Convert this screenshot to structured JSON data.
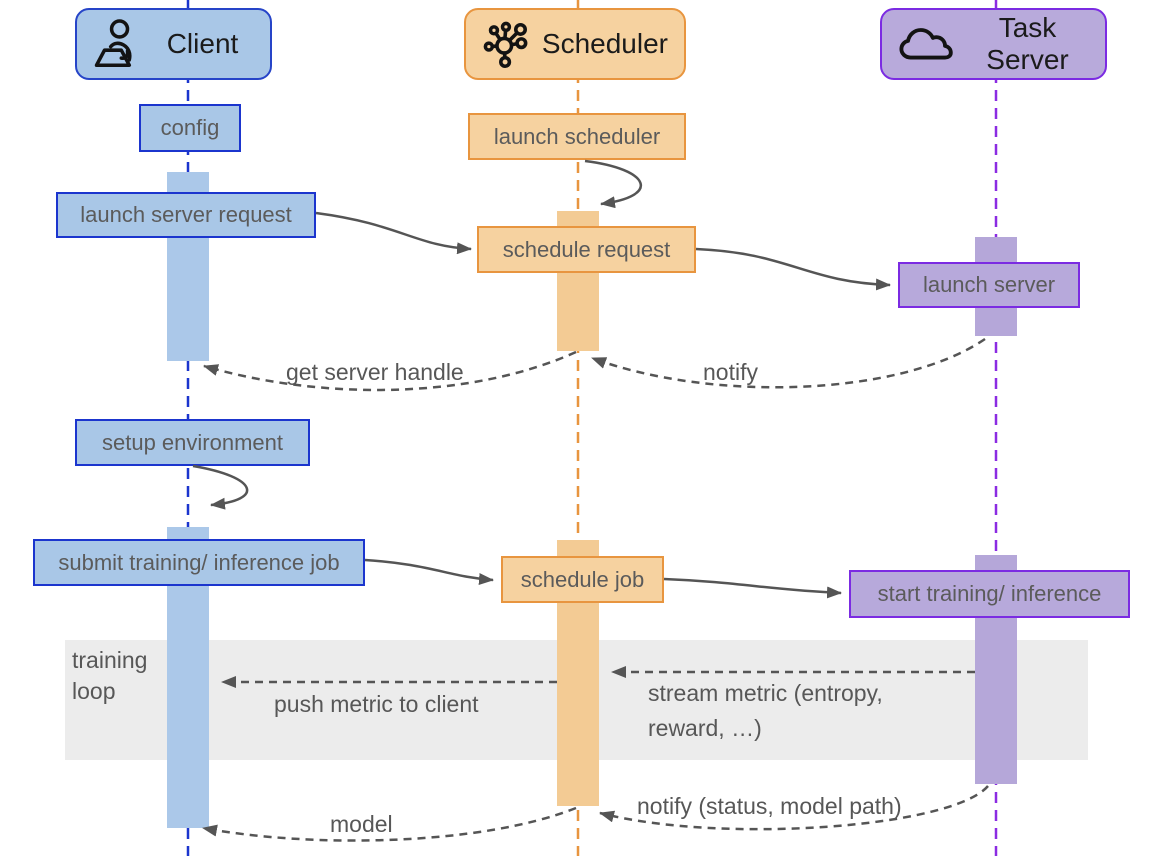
{
  "diagram": {
    "actors": [
      {
        "label": "Client",
        "icon": "person-laptop-icon",
        "fill": "#a9c7e7",
        "border": "#2644c8",
        "lifeline_color": "#1b35ce"
      },
      {
        "label": "Scheduler",
        "icon": "network-icon",
        "fill": "#f6d2a0",
        "border": "#e8953f",
        "lifeline_color": "#e8953f"
      },
      {
        "label": "Task Server",
        "icon": "cloud-icon",
        "fill": "#b8aadb",
        "border": "#7b2be2",
        "lifeline_color": "#8b2be2"
      }
    ],
    "notes": {
      "config": "config",
      "launch_scheduler": "launch scheduler",
      "launch_server_request": "launch server request",
      "schedule_request": "schedule request",
      "launch_server": "launch server",
      "setup_environment": "setup environment",
      "submit_job": "submit training/ inference job",
      "schedule_job": "schedule job",
      "start_training": "start training/ inference"
    },
    "messages": {
      "get_server_handle": "get server handle",
      "notify": "notify",
      "push_metric": "push metric to client",
      "stream_metric_line1": "stream metric (entropy,",
      "stream_metric_line2": "reward, …)",
      "model": "model",
      "notify_status": "notify (status, model path)"
    },
    "loop": {
      "label_line1": "training",
      "label_line2": "loop",
      "band_color": "#ececec"
    },
    "arrow_color": "#555555",
    "text_color": "#575757"
  }
}
